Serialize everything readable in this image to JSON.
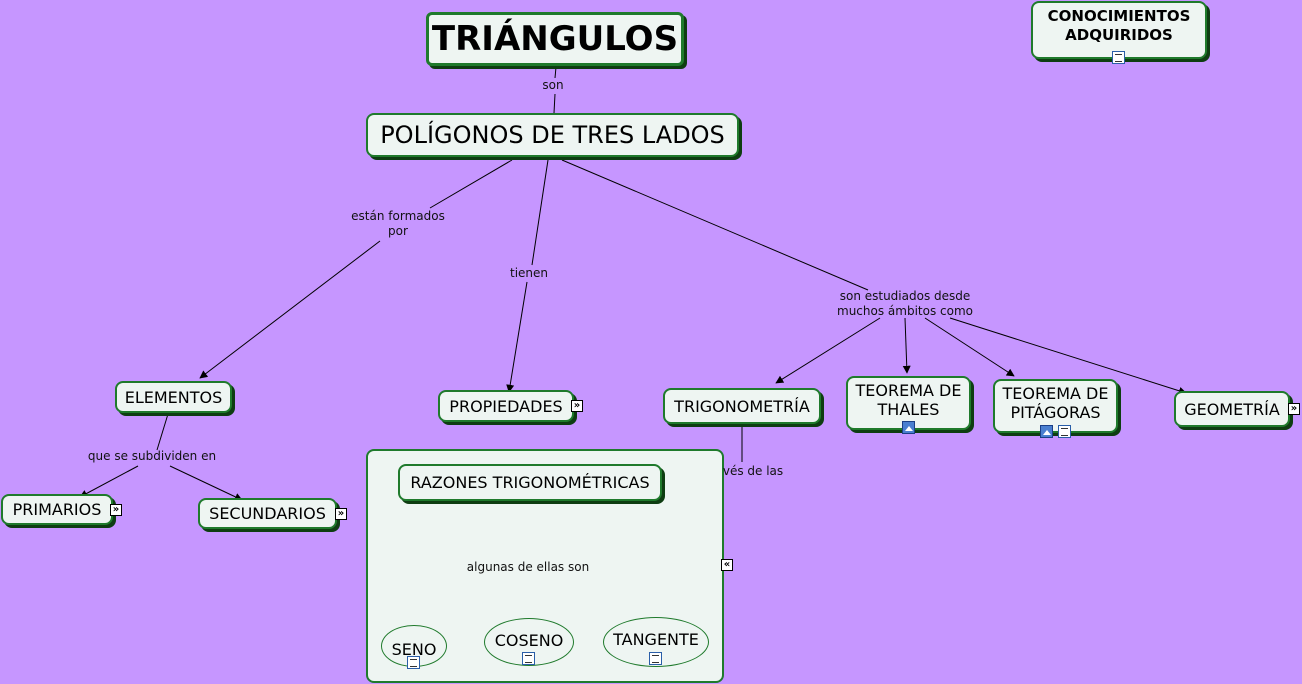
{
  "concepts": {
    "triangulos": "TRIÁNGULOS",
    "conocimientos": "CONOCIMIENTOS ADQUIRIDOS",
    "poligonos": "POLÍGONOS DE TRES LADOS",
    "elementos": "ELEMENTOS",
    "propiedades": "PROPIEDADES",
    "trigonometria": "TRIGONOMETRÍA",
    "thales": "TEOREMA DE THALES",
    "pitagoras": "TEOREMA DE PITÁGORAS",
    "geometria": "GEOMETRÍA",
    "primarios": "PRIMARIOS",
    "secundarios": "SECUNDARIOS",
    "razones": "RAZONES TRIGONOMÉTRICAS",
    "seno": "SENO",
    "coseno": "COSENO",
    "tangente": "TANGENTE"
  },
  "links": {
    "son": "son",
    "formados": "están formados por",
    "tienen": "tienen",
    "estudiados": "son estudiados desde muchos ámbitos como",
    "subdividen": "que se subdividen en",
    "traves": "vés de las",
    "algunas": "algunas de ellas son"
  },
  "icons": {
    "expand": "expand-icon",
    "collapse": "collapse-icon",
    "document": "document-icon",
    "image": "image-icon"
  },
  "colors": {
    "background": "#c696ff",
    "node_fill": "#eef5f2",
    "node_border": "#1f7a2c"
  }
}
